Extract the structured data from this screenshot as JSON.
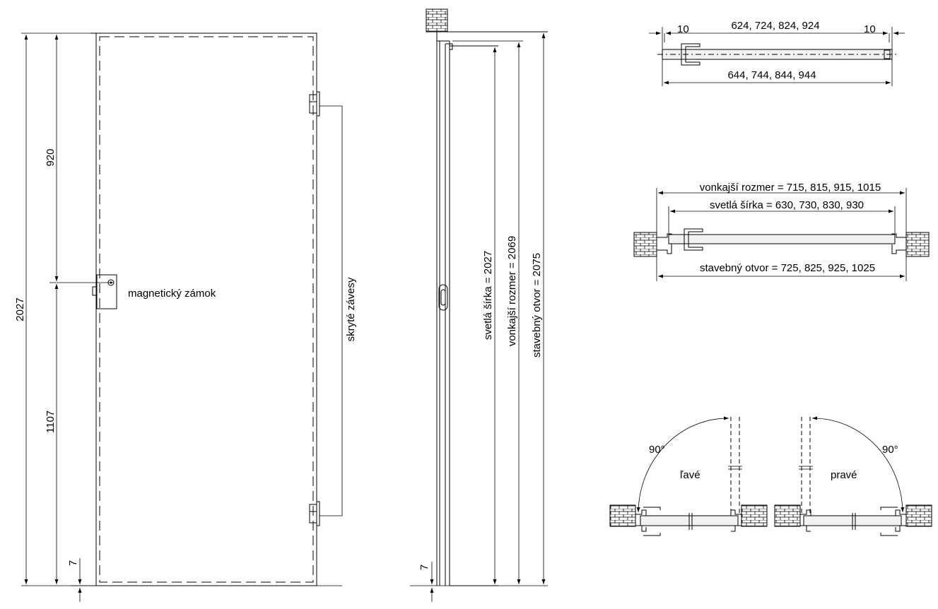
{
  "front_view": {
    "height_total": "2027",
    "height_upper": "920",
    "height_lower": "1107",
    "floor_gap": "7",
    "lock_label": "magnetický zámok",
    "hinge_label": "skryté závesy"
  },
  "side_view": {
    "floor_gap": "7",
    "clear_height": "svetlá šírka = 2027",
    "outer_height": "vonkajší rozmer = 2069",
    "opening_height": "stavebný otvor = 2075"
  },
  "leaf_section": {
    "left_offset": "10",
    "right_offset": "10",
    "inner_width": "624, 724, 824, 924",
    "outer_width": "644, 744, 844, 944"
  },
  "frame_section": {
    "outer_width": "vonkajší rozmer = 715, 815, 915, 1015",
    "clear_width": "svetlá šírka = 630, 730, 830, 930",
    "opening_width": "stavebný otvor = 725, 825, 925, 1025"
  },
  "swing": {
    "left_angle": "90°",
    "left_label": "ľavé",
    "right_angle": "90°",
    "right_label": "pravé"
  }
}
